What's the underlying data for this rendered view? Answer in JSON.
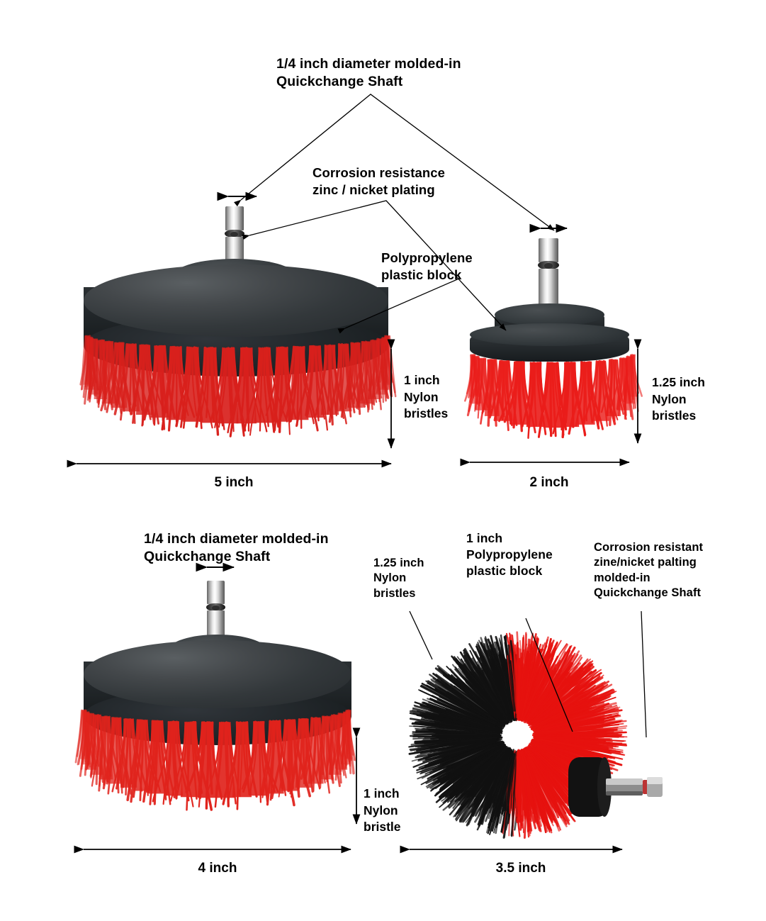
{
  "diagram": {
    "title": "Drill brush attachment set specification diagram",
    "background_color": "#ffffff",
    "text_color": "#000000",
    "accent_colors": {
      "bristle_red": "#e01b18",
      "bristle_black": "#141414",
      "block_dark": "#2b3033",
      "shaft_silver": "#d0d0d0"
    }
  },
  "annotations": {
    "top_shaft": "1/4 inch diameter molded-in\nQuickchange  Shaft",
    "top_corrosion": "Corrosion  resistance\nzinc / nicket plating",
    "top_block": "Polypropylene\nplastic  block",
    "bottom_shaft": "1/4 inch diameter molded-in\nQuickchange  Shaft",
    "bottom_bristles_125": "1.25 inch\nNylon\nbristles",
    "bottom_block": "1 inch\nPolypropylene\nplastic  block",
    "bottom_corrosion": "Corrosion resistant\nzine/nicket palting\nmolded-in\nQuickchange Shaft"
  },
  "products": [
    {
      "id": "brush-5-inch",
      "position": "top-left",
      "width_label": "5 inch",
      "bristle_label": "1 inch\nNylon\nbristles",
      "bristle_color": "#e01b18",
      "block_color": "#2b3033",
      "shape": "flat-disc"
    },
    {
      "id": "brush-2-inch",
      "position": "top-right",
      "width_label": "2 inch",
      "bristle_label": "1.25 inch\nNylon\nbristles",
      "bristle_color": "#e01b18",
      "block_color": "#2b3033",
      "shape": "cup"
    },
    {
      "id": "brush-4-inch",
      "position": "bottom-left",
      "width_label": "4 inch",
      "bristle_label": "1 inch\nNylon\nbristle",
      "bristle_color": "#e01b18",
      "block_color": "#2b3033",
      "shape": "flat-disc"
    },
    {
      "id": "brush-3-5-inch-ball",
      "position": "bottom-right",
      "width_label": "3.5 inch",
      "bristle_label": "",
      "bristle_color": "#e01b18",
      "bristle_color_secondary": "#141414",
      "block_color": "#141414",
      "shape": "ball"
    }
  ],
  "dimensions": {
    "shaft_diameter": "1/4 inch",
    "labels_all": [
      "5 inch",
      "2 inch",
      "4 inch",
      "3.5 inch"
    ]
  }
}
